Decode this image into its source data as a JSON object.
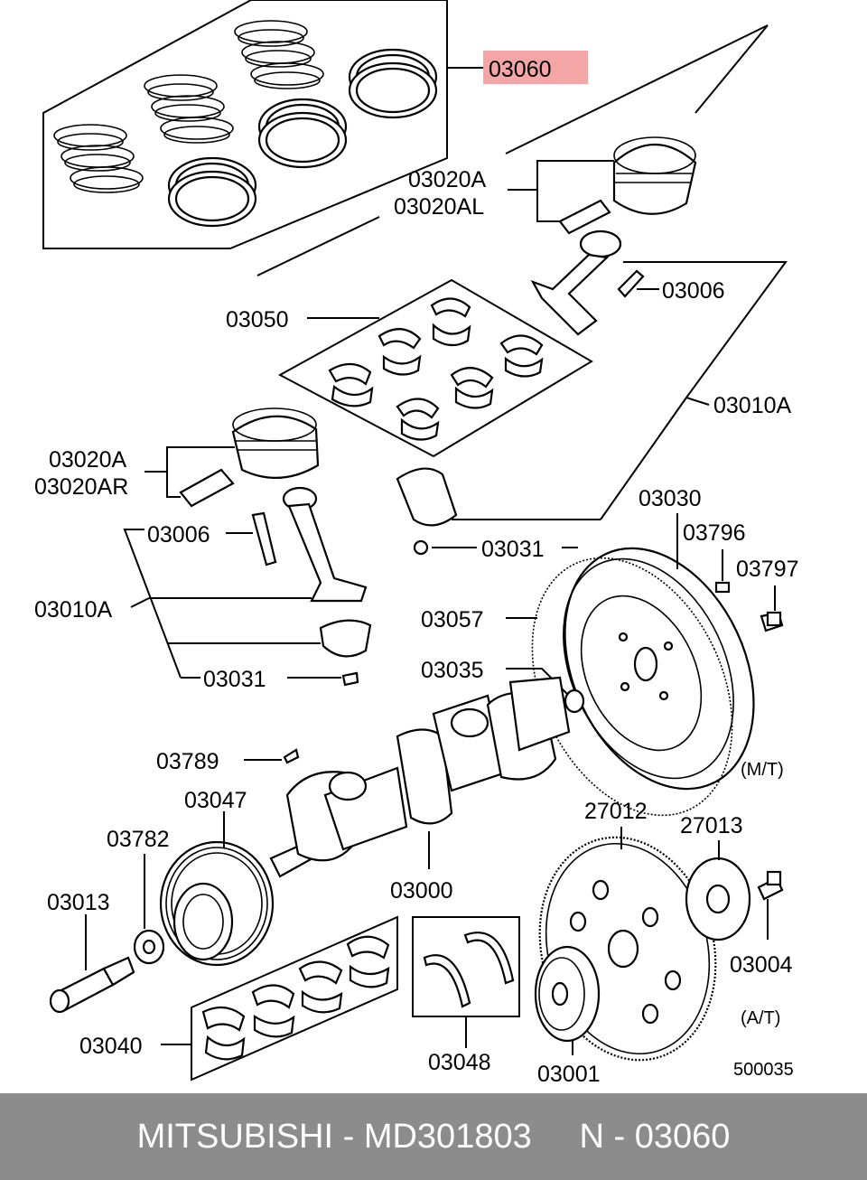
{
  "highlight_color": "#f4a6a6",
  "footer_bg": "#8c8c8c",
  "callouts": {
    "c03060": "03060",
    "c03020a_top": "03020A",
    "c03020al": "03020AL",
    "c03006_right": "03006",
    "c03050": "03050",
    "c03010a_right": "03010A",
    "c03020a_left": "03020A",
    "c03020ar": "03020AR",
    "c03031_right": "03031",
    "c03030": "03030",
    "c03796": "03796",
    "c03006_left": "03006",
    "c03797": "03797",
    "c03057": "03057",
    "c03010a_left": "03010A",
    "c03035": "03035",
    "c03031_left": "03031",
    "c03789": "03789",
    "mt": "(M/T)",
    "c03047": "03047",
    "c27012": "27012",
    "c27013": "27013",
    "c03782": "03782",
    "c03000": "03000",
    "c03013": "03013",
    "c03004": "03004",
    "at": "(A/T)",
    "c03040": "03040",
    "c03048": "03048",
    "c03001": "03001",
    "drawing_no": "500035"
  },
  "footer": {
    "brand": "MITSUBISHI",
    "part_number": "MD301803",
    "ref": "N - 03060",
    "sep": " - "
  }
}
